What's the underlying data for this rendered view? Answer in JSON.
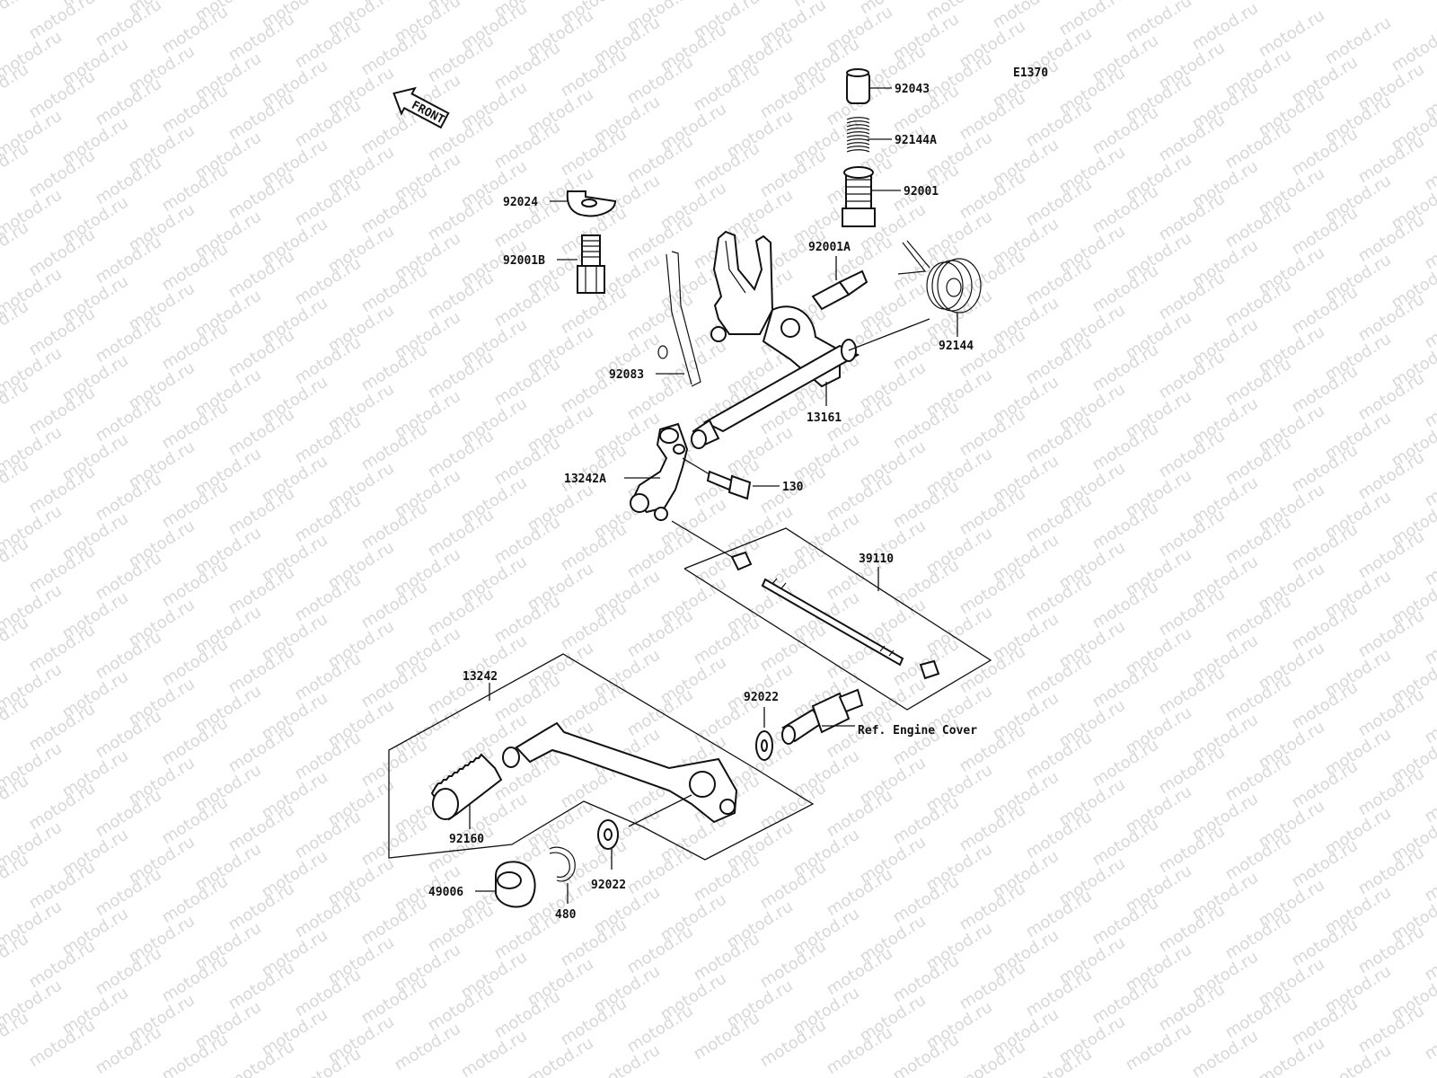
{
  "diagram": {
    "code": "E1370",
    "front_label": "FRONT",
    "watermark": "motod.ru",
    "labels": {
      "p92043": "92043",
      "p92144A": "92144A",
      "p92001": "92001",
      "p92024": "92024",
      "p92001B": "92001B",
      "p92001A": "92001A",
      "p92144": "92144",
      "p92083": "92083",
      "p13161": "13161",
      "p13242A": "13242A",
      "p130": "130",
      "p39110": "39110",
      "p13242": "13242",
      "p92022a": "92022",
      "ref": "Ref. Engine Cover",
      "p92160": "92160",
      "p92022b": "92022",
      "p49006": "49006",
      "p480": "480"
    }
  }
}
